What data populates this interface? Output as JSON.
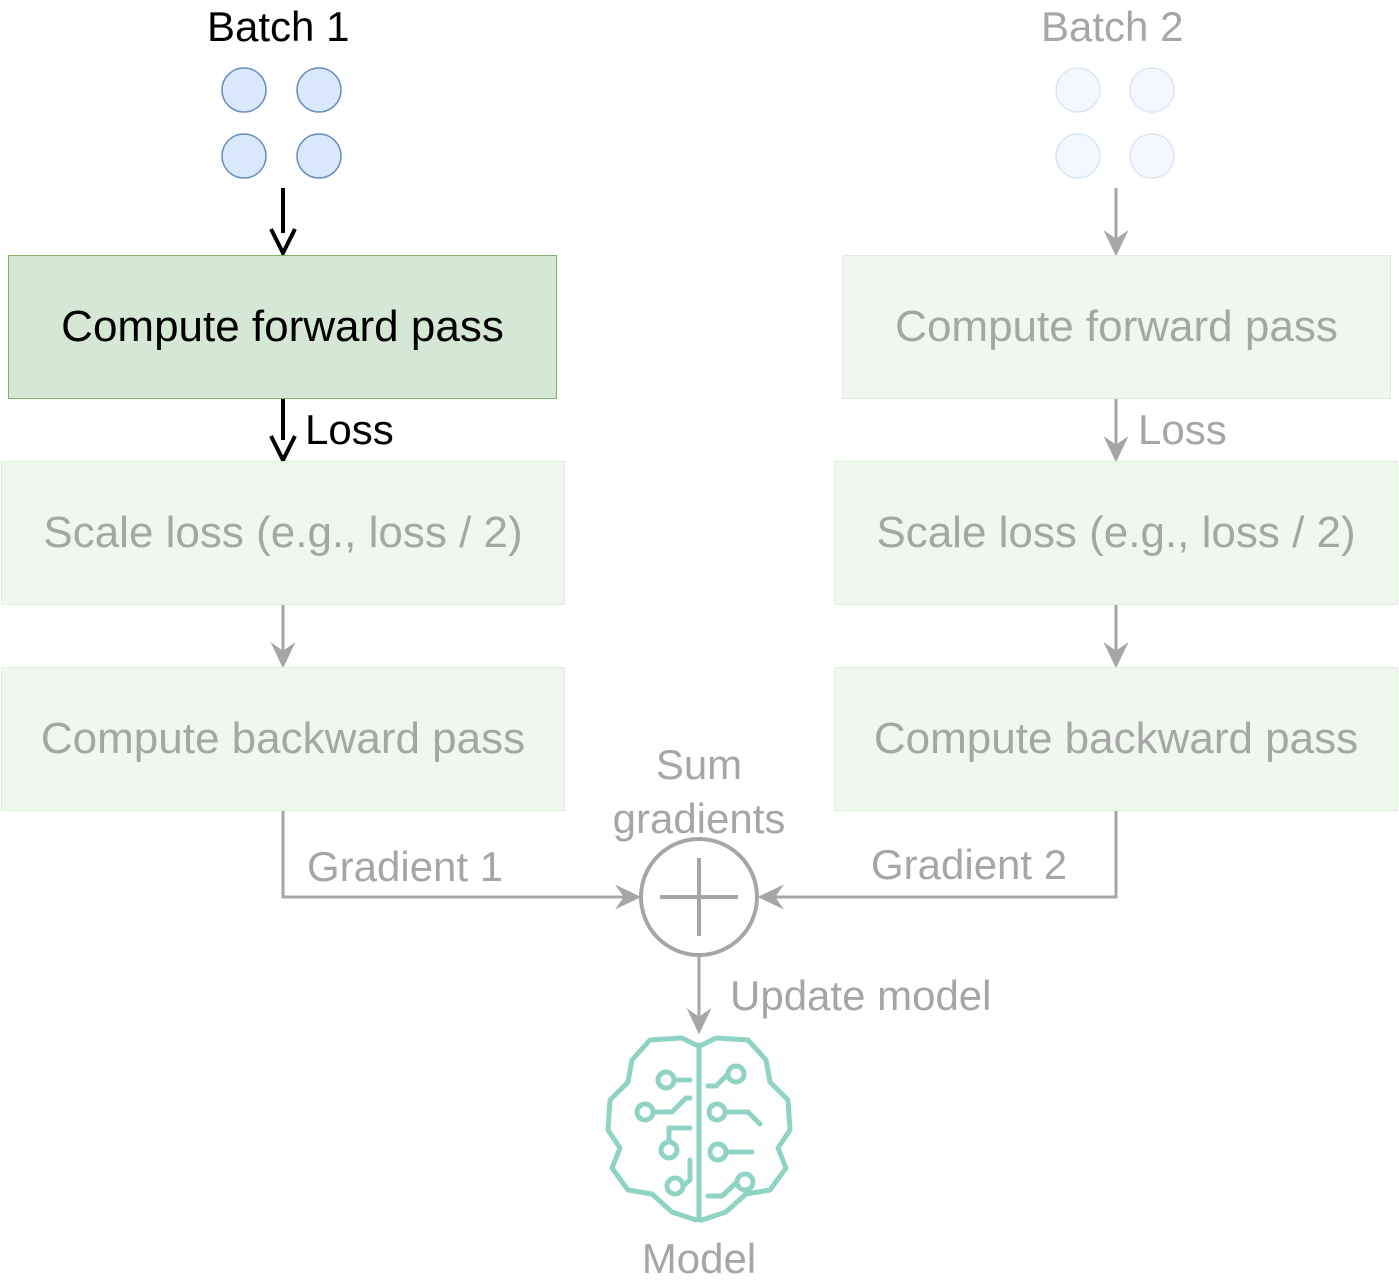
{
  "colors": {
    "active_fill": "#d5e8d4",
    "active_border": "#82b366",
    "faded_fill": "#f0f7ef",
    "dot_active_fill": "#dae8fc",
    "dot_active_border": "#6c8ebf",
    "faded_text": "#a6a6a6",
    "model_icon": "#8fd3c4"
  },
  "left": {
    "batch_label": "Batch 1",
    "forward_label": "Compute forward pass",
    "loss_label": "Loss",
    "scale_label": "Scale loss (e.g., loss / 2)",
    "backward_label": "Compute backward pass",
    "gradient_label": "Gradient 1"
  },
  "right": {
    "batch_label": "Batch 2",
    "forward_label": "Compute forward pass",
    "loss_label": "Loss",
    "scale_label": "Scale loss (e.g., loss / 2)",
    "backward_label": "Compute backward pass",
    "gradient_label": "Gradient 2"
  },
  "sum": {
    "label_line1": "Sum",
    "label_line2": "gradients",
    "icon": "plus-circle-icon"
  },
  "update_label": "Update model",
  "model": {
    "label": "Model",
    "icon": "brain-circuit-icon"
  }
}
